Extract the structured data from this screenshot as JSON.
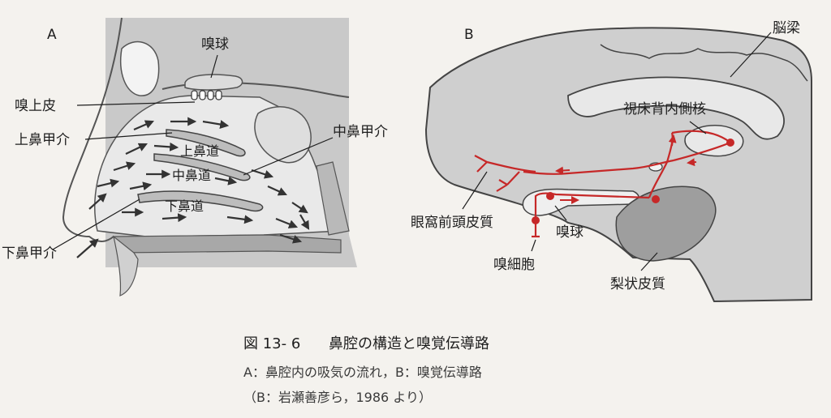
{
  "panel_a": {
    "letter": "A",
    "labels": {
      "olfactory_bulb": "嗅球",
      "olfactory_epithelium": "嗅上皮",
      "superior_turbinate": "上鼻甲介",
      "superior_meatus": "上鼻道",
      "middle_turbinate": "中鼻甲介",
      "middle_meatus": "中鼻道",
      "inferior_meatus": "下鼻道",
      "inferior_turbinate": "下鼻甲介"
    }
  },
  "panel_b": {
    "letter": "B",
    "labels": {
      "corpus_callosum": "脳梁",
      "mediodorsal_thalamus": "視床背内側核",
      "orbitofrontal_cortex": "眼窩前頭皮質",
      "olfactory_bulb": "嗅球",
      "olfactory_cell": "嗅細胞",
      "piriform_cortex": "梨状皮質"
    }
  },
  "caption": {
    "figure_number": "図 13- 6",
    "title": "鼻腔の構造と嗅覚伝導路",
    "line1": "A：鼻腔内の吸気の流れ，B：嗅覚伝導路",
    "line2": "（B：岩瀬善彦ら，1986 より）"
  },
  "colors": {
    "pathway": "#c62828",
    "tissue": "#bdbdbd",
    "cavity": "#e0e0e0",
    "paper": "#f4f2ee"
  }
}
